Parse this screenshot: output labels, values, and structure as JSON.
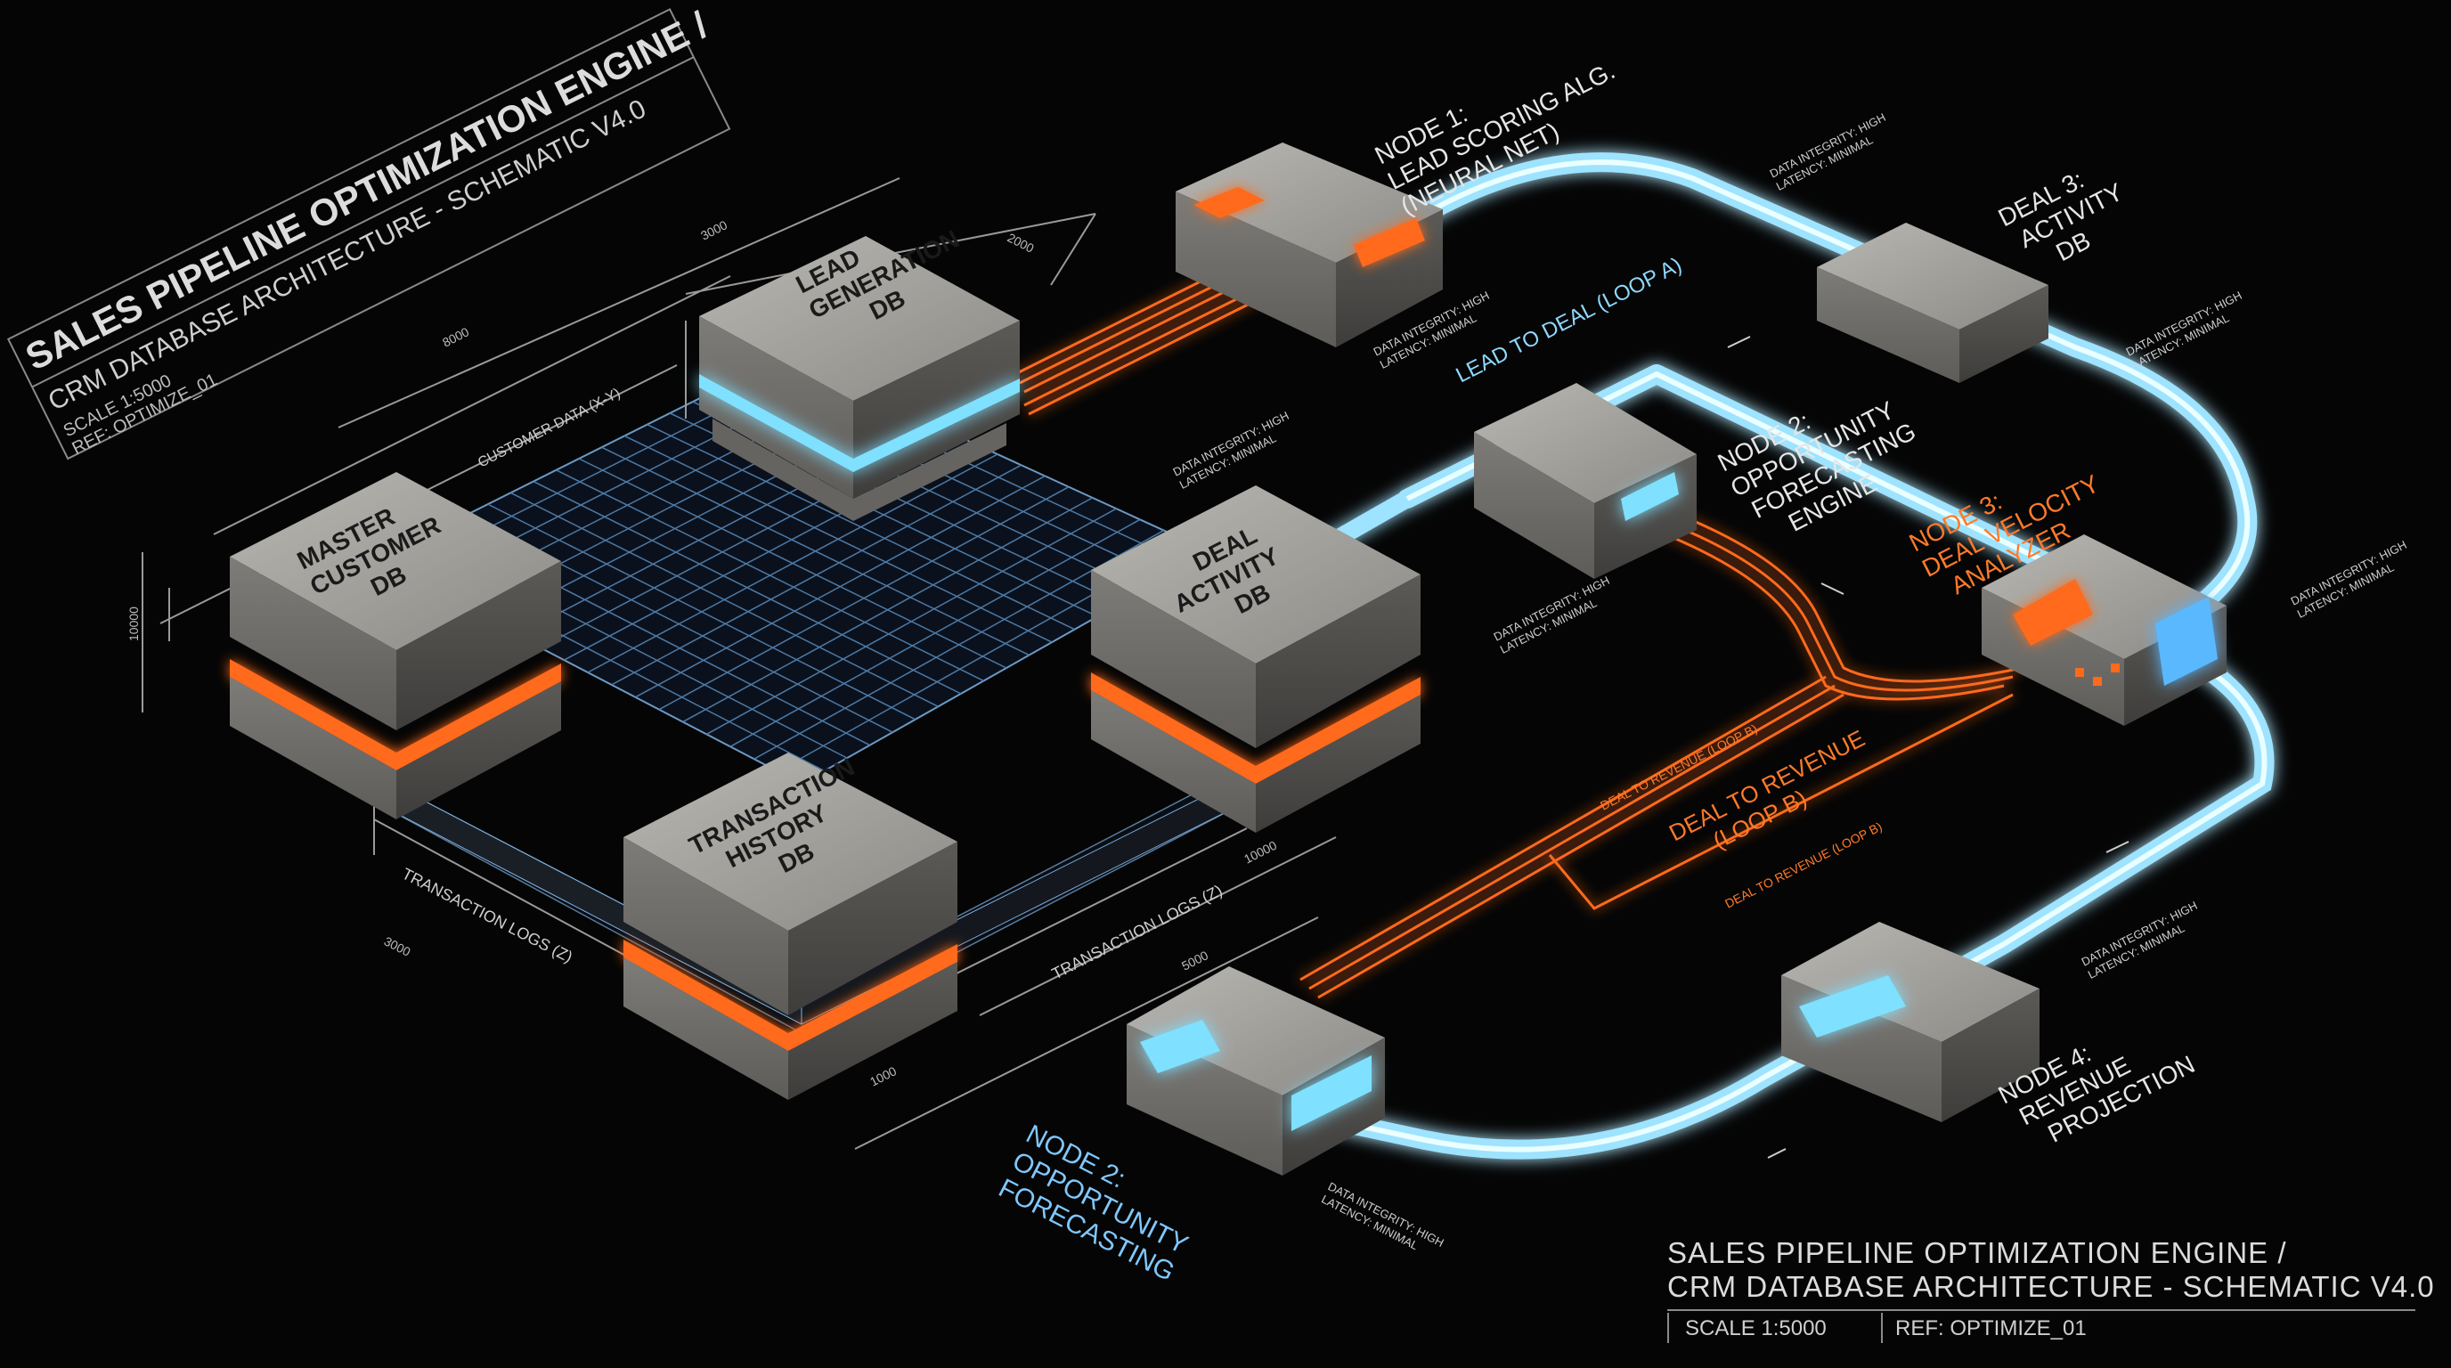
{
  "title_block": {
    "title": "SALES PIPELINE OPTIMIZATION ENGINE /",
    "subtitle": "CRM DATABASE ARCHITECTURE - SCHEMATIC V4.0",
    "scale": "SCALE 1:5000",
    "ref": "REF: OPTIMIZE_01"
  },
  "footer": {
    "line1": "SALES PIPELINE OPTIMIZATION ENGINE /",
    "line2": "CRM DATABASE ARCHITECTURE - SCHEMATIC V4.0",
    "scale": "SCALE 1:5000",
    "ref": "REF: OPTIMIZE_01"
  },
  "databases": {
    "master": [
      "MASTER",
      "CUSTOMER",
      "DB"
    ],
    "lead": [
      "LEAD",
      "GENERATION",
      "DB"
    ],
    "deal": [
      "DEAL",
      "ACTIVITY",
      "DB"
    ],
    "transaction": [
      "TRANSACTION",
      "HISTORY",
      "DB"
    ]
  },
  "nodes": {
    "node1": [
      "NODE 1:",
      "LEAD SCORING ALG.",
      "(NEURAL NET)"
    ],
    "node2_upper": [
      "NODE 2:",
      "OPPORTUNITY",
      "FORECASTING",
      "ENGINE"
    ],
    "node3": [
      "NODE 3:",
      "DEAL VELOCITY",
      "ANALYZER"
    ],
    "deal3": [
      "DEAL 3:",
      "ACTIVITY",
      "DB"
    ],
    "node4": [
      "NODE 4:",
      "REVENUE",
      "PROJECTION"
    ],
    "node2_lower": [
      "NODE 2:",
      "OPPORTUNITY",
      "FORECASTING"
    ]
  },
  "flows": {
    "loop_a": "LEAD TO DEAL (LOOP A)",
    "loop_b": [
      "DEAL TO REVENUE",
      "(LOOP B)"
    ],
    "loop_b_small_1": "DEAL TO REVENUE (LOOP B)",
    "loop_b_small_2": "DEAL TO REVENUE (LOOP B)"
  },
  "integrity_note": [
    "DATA INTEGRITY: HIGH",
    "LATENCY: MINIMAL"
  ],
  "grid_labels": {
    "customer_data": "CUSTOMER DATA (X-Y)",
    "transaction_logs_left": "TRANSACTION LOGS (Z)",
    "transaction_logs_right": "TRANSACTION LOGS (Z)"
  },
  "dimensions": {
    "d1": "3000",
    "d2": "2000",
    "d3": "8000",
    "d4": "10000",
    "d5": "3000",
    "d6": "1000",
    "d7": "10000",
    "d8": "5000"
  },
  "colors": {
    "background": "#050505",
    "orange_glow": "#ff6a1a",
    "blue_glow": "#7fd6ff",
    "concrete": "#9a9894",
    "grid": "#5b8fc2",
    "label_orange": "#ff7a2a"
  }
}
